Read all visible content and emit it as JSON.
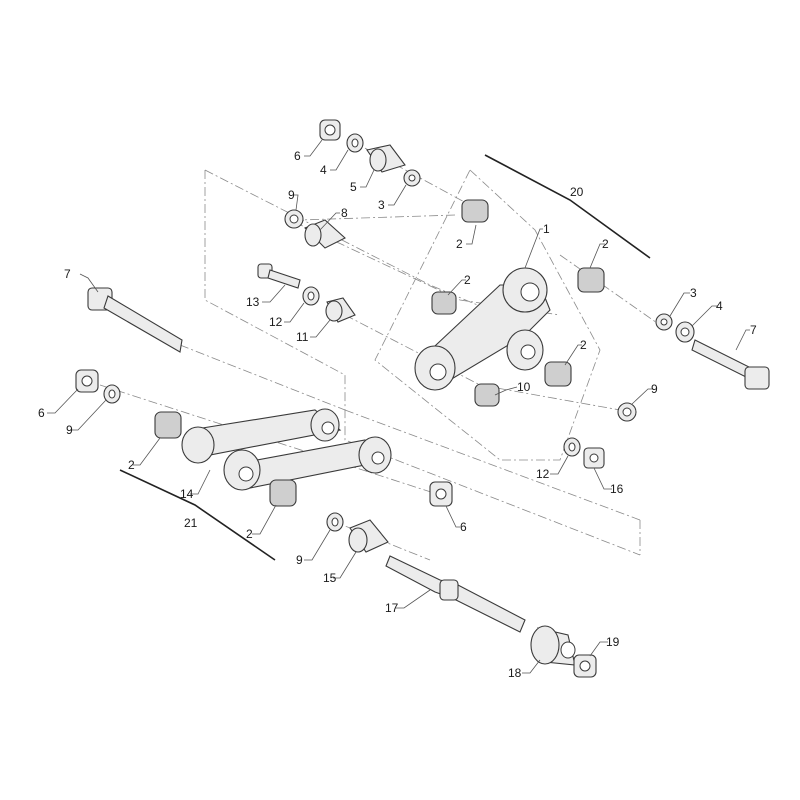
{
  "callouts": {
    "c1": "1",
    "c2a": "2",
    "c2b": "2",
    "c2c": "2",
    "c2d": "2",
    "c2e": "2",
    "c2f": "2",
    "c3a": "3",
    "c3b": "3",
    "c4a": "4",
    "c4b": "4",
    "c5": "5",
    "c6a": "6",
    "c6b": "6",
    "c6c": "6",
    "c7a": "7",
    "c7b": "7",
    "c8": "8",
    "c9a": "9",
    "c9b": "9",
    "c9c": "9",
    "c9d": "9",
    "c10": "10",
    "c11": "11",
    "c12a": "12",
    "c12b": "12",
    "c13": "13",
    "c14": "14",
    "c15": "15",
    "c16": "16",
    "c17": "17",
    "c18": "18",
    "c19": "19",
    "c20": "20",
    "c21": "21"
  },
  "colors": {
    "line": "#3a3a3a",
    "fill": "#ececec",
    "background": "#ffffff"
  }
}
